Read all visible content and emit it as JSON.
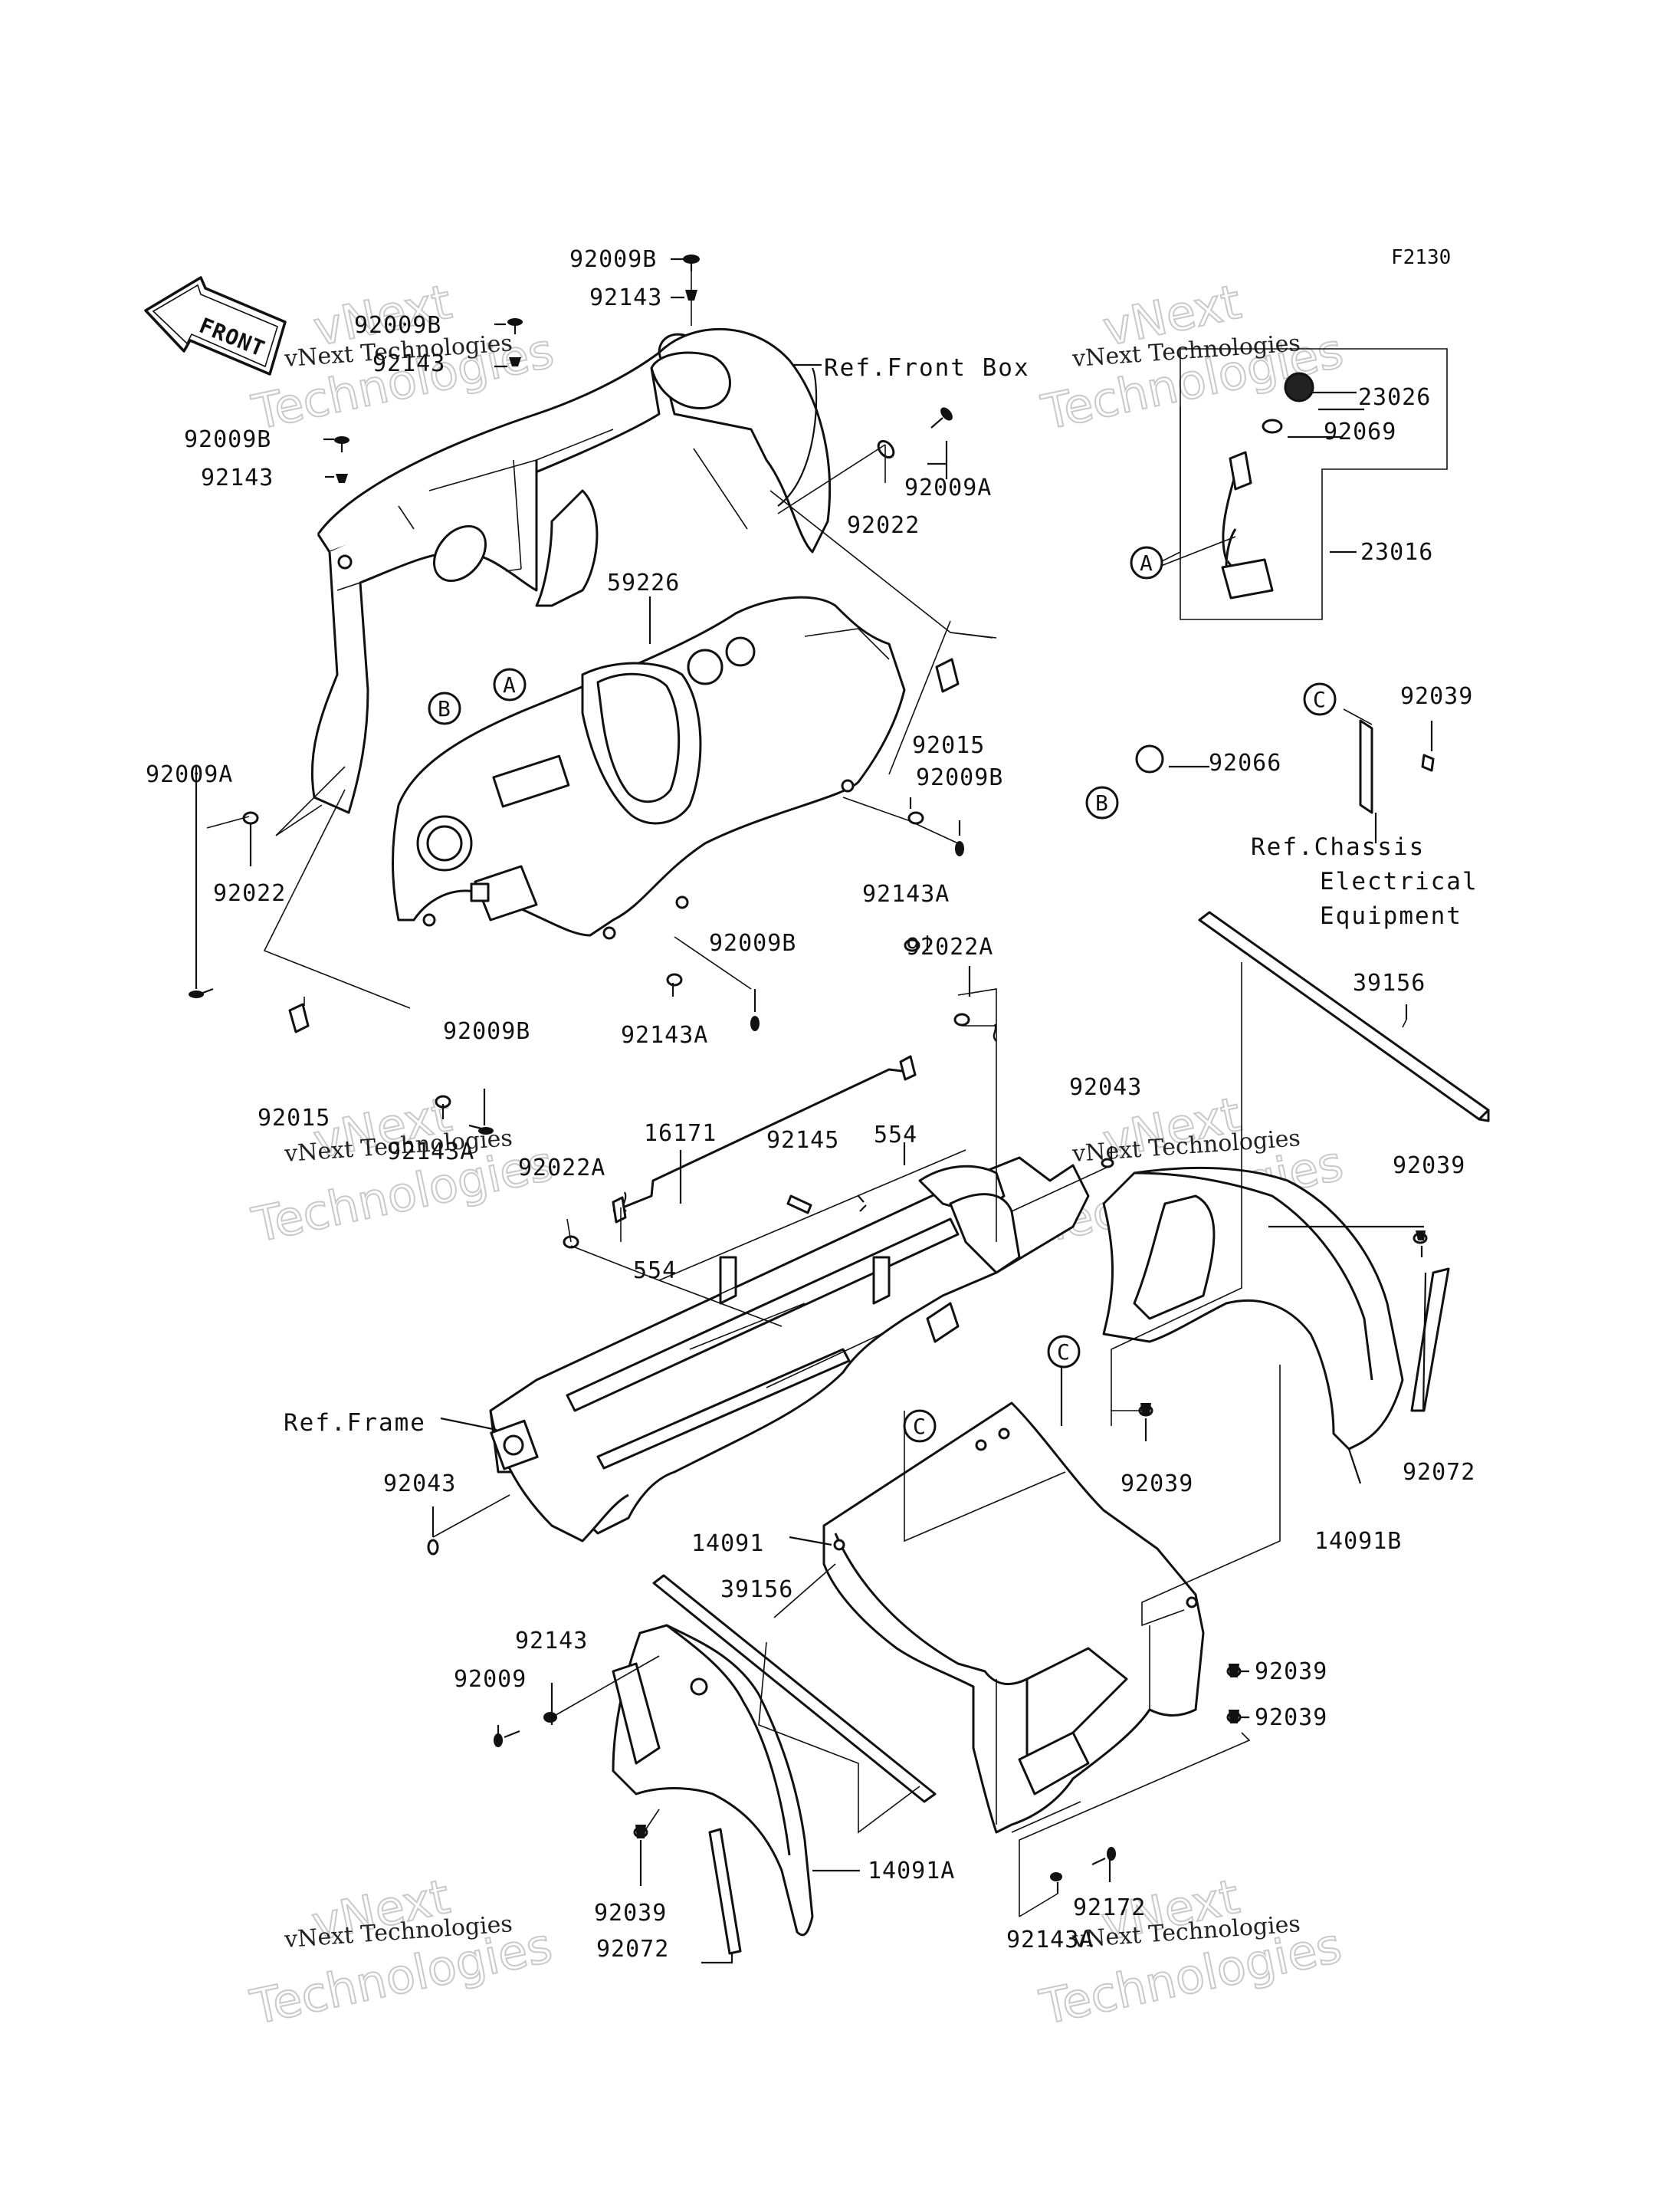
{
  "figure_code": "F2130",
  "front_arrow_label": "FRONT",
  "watermark": {
    "line1": "vNext Technologies",
    "line2": "vNext",
    "line3": "Technologies"
  },
  "refs": {
    "front_box": "Ref.Front Box",
    "frame": "Ref.Frame",
    "chassis_1": "Ref.Chassis",
    "chassis_2": "Electrical",
    "chassis_3": "Equipment"
  },
  "callouts": {
    "a": "A",
    "b": "B",
    "c": "C"
  },
  "part_numbers": {
    "p92009B_top": "92009B",
    "p92143_top": "92143",
    "p92009B_l1": "92009B",
    "p92143_l1": "92143",
    "p92009B_l2": "92009B",
    "p92143_l2": "92143",
    "p92022_r": "92022",
    "p92009A_r": "92009A",
    "p59226": "59226",
    "p92015_r": "92015",
    "p92009B_r": "92009B",
    "p92143A_r": "92143A",
    "p92009A_l": "92009A",
    "p92022_l": "92022",
    "p92009B_c": "92009B",
    "p92143A_c": "92143A",
    "p92009B_bl": "92009B",
    "p92015_l": "92015",
    "p92143A_bl": "92143A",
    "p92022A_t": "92022A",
    "p16171": "16171",
    "p92145": "92145",
    "p554_r": "554",
    "p92022A_l": "92022A",
    "p554_l": "554",
    "p92043_t": "92043",
    "p92043_b": "92043",
    "p23026": "23026",
    "p92069": "92069",
    "p23016": "23016",
    "p92039_t": "92039",
    "p92066": "92066",
    "p39156_r": "39156",
    "p92039_r": "92039",
    "p92072_r": "92072",
    "p92039_m": "92039",
    "p14091B": "14091B",
    "p14091": "14091",
    "p39156_l": "39156",
    "p92143_b": "92143",
    "p92009_b": "92009",
    "p92039_br1": "92039",
    "p92039_br2": "92039",
    "p14091A": "14091A",
    "p92039_bl": "92039",
    "p92072_bl": "92072",
    "p92172": "92172",
    "p92143A_b": "92143A"
  }
}
